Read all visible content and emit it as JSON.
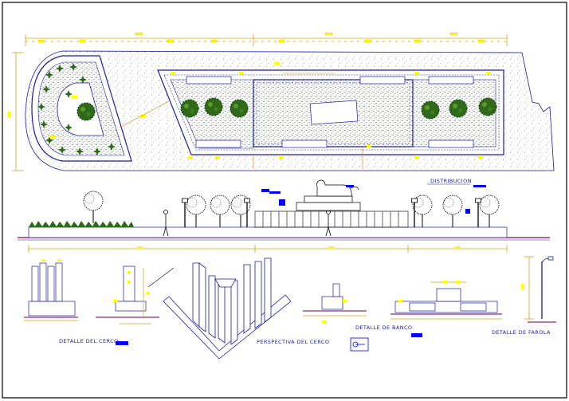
{
  "drawing": {
    "plan_title": "DISTRIBUCION",
    "details": {
      "fence": "DETALLE DEL CERCO",
      "fence_perspective": "PERSPECTIVA DEL CERCO",
      "bench": "DETALLE DE BANCO",
      "lamp": "DETALLE DE FAROLA"
    }
  },
  "colors": {
    "line": "#1a1aa8",
    "dimension": "#d4a017",
    "label": "#ffff00",
    "tree": "#1f5a0f",
    "leader": "#e08000",
    "frame": "#000000",
    "tag": "#0000ff"
  }
}
